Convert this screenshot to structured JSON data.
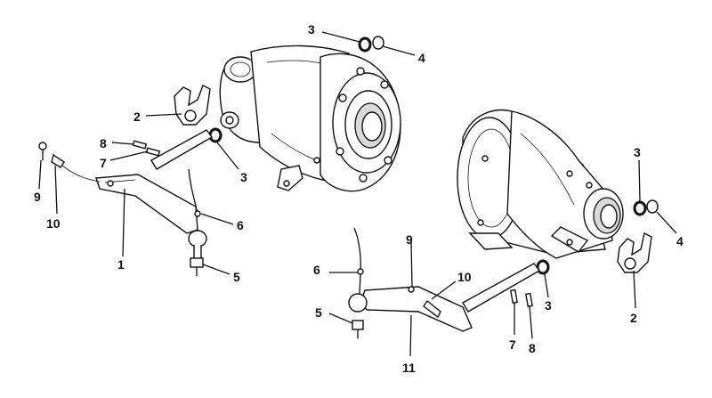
{
  "callouts": {
    "left": {
      "c1": "1",
      "c2": "2",
      "c3a": "3",
      "c3b": "3",
      "c4": "4",
      "c5": "5",
      "c6": "6",
      "c7": "7",
      "c8": "8",
      "c9": "9",
      "c10": "10"
    },
    "right": {
      "c2": "2",
      "c3a": "3",
      "c3b": "3",
      "c4": "4",
      "c5": "5",
      "c6": "6",
      "c7": "7",
      "c8": "8",
      "c9": "9",
      "c10": "10",
      "c11": "11"
    }
  }
}
